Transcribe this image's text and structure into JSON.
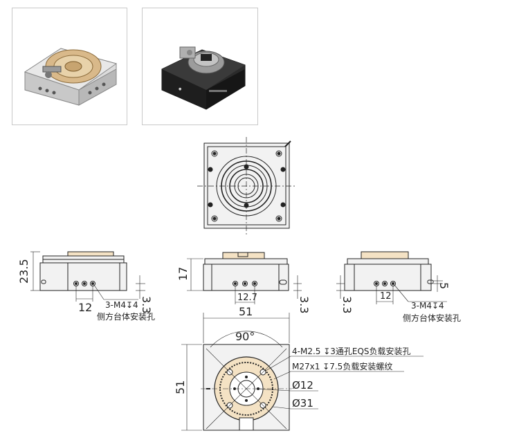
{
  "photos": [
    {
      "name": "photo-product-top-view",
      "alt": "rotary module top view"
    },
    {
      "name": "photo-product-dark-housing",
      "alt": "rotary module black housing"
    }
  ],
  "dimensions": {
    "side_left_height": "23.5",
    "side_left_hole_spacing": "12",
    "side_left_hole_offset": "3.3",
    "side_left_hole_spec": "3-M4↧4",
    "side_left_hole_desc": "侧方台体安装孔",
    "side_mid_height": "17",
    "side_mid_hole_spacing": "12.7",
    "side_mid_hole_offset": "3.3",
    "side_right_hole_offset_top": "5",
    "side_right_hole_offset_left": "3.3",
    "side_right_hole_spacing": "12",
    "side_right_hole_spec": "3-M4↧4",
    "side_right_hole_desc": "侧方台体安装孔",
    "bottom_width": "51",
    "bottom_height": "51",
    "bottom_angle": "90°",
    "note_eqs": "4-M2.5 ↧3通孔EQS负载安装孔",
    "note_m27": "M27x1 ↧7.5负载安装螺纹",
    "dia_small": "Ø12",
    "dia_large": "Ø31"
  }
}
